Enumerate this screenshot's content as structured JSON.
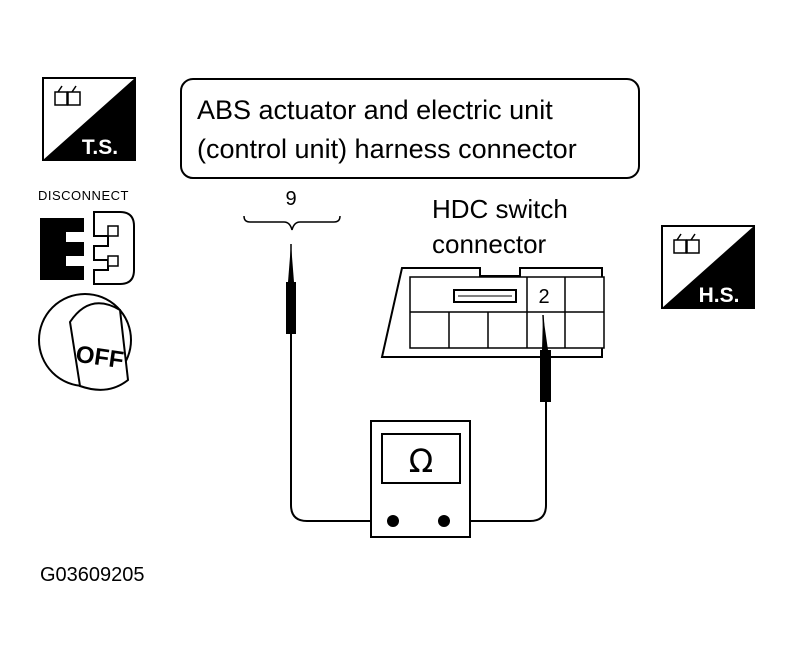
{
  "callout": {
    "line1": "ABS actuator and electric unit",
    "line2": "(control unit) harness connector"
  },
  "harness_pin": "9",
  "hdc_connector": {
    "label_line1": "HDC switch",
    "label_line2": "connector",
    "pin": "2"
  },
  "meter": {
    "symbol": "Ω"
  },
  "icons": {
    "ts": {
      "name": "t-s-icon",
      "text": "T.S."
    },
    "hs": {
      "name": "h-s-icon",
      "text": "H.S."
    },
    "disconnect": {
      "name": "disconnect-icon",
      "text": "DISCONNECT"
    },
    "ignition_off": {
      "name": "ignition-off-icon",
      "text": "OFF"
    }
  },
  "figure_id": "G03609205"
}
